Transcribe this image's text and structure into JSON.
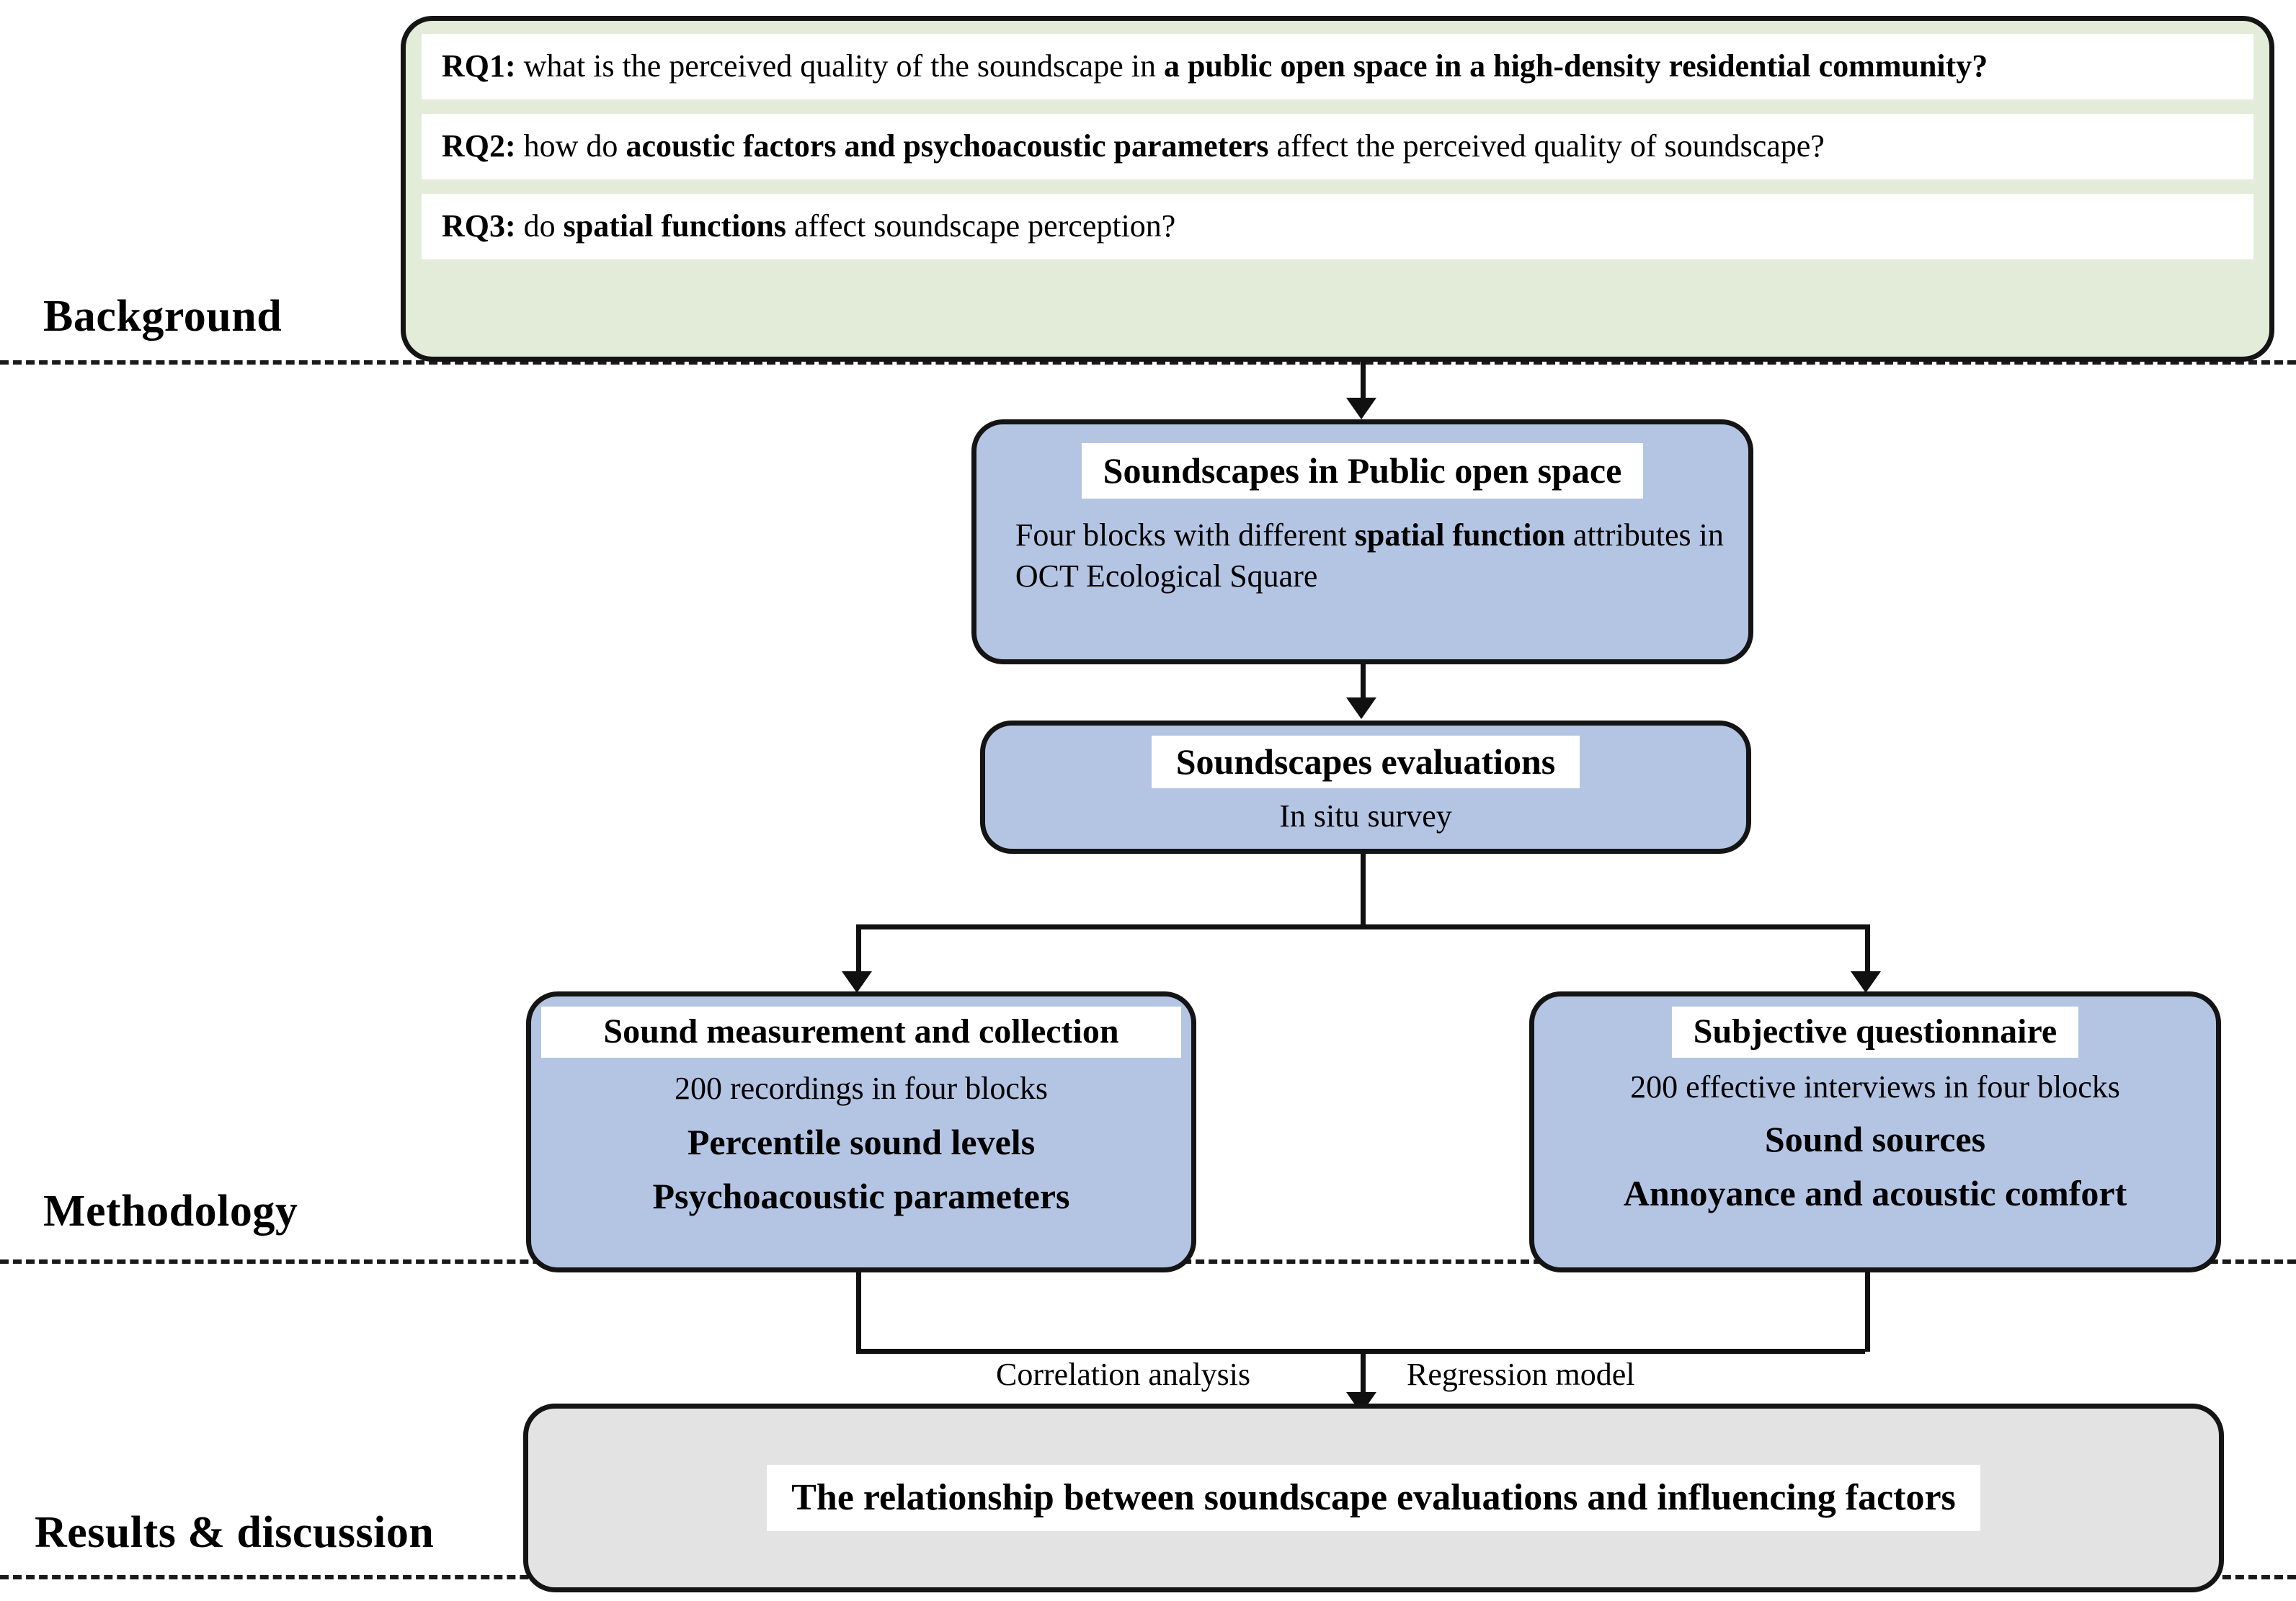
{
  "sections": {
    "background": "Background",
    "methodology": "Methodology",
    "results": "Results & discussion"
  },
  "research_questions": {
    "rq1": {
      "tag": "RQ1:",
      "text_plain_1": " what is the perceived quality of the soundscape in ",
      "text_bold_1": "a public open space in a high-density residential community?"
    },
    "rq2": {
      "tag": "RQ2:",
      "text_plain_1": " how do ",
      "text_bold_1": "acoustic factors and psychoacoustic parameters",
      "text_plain_2": " affect the perceived quality of soundscape?"
    },
    "rq3": {
      "tag": "RQ3:",
      "text_plain_1": " do ",
      "text_bold_1": "spatial functions",
      "text_plain_2": " affect soundscape perception?"
    }
  },
  "nodes": {
    "soundscapes_space": {
      "title": "Soundscapes in Public open space",
      "body_plain_1": "Four blocks with different ",
      "body_bold_1": "spatial function",
      "body_plain_2": " attributes in OCT Ecological Square"
    },
    "soundscapes_eval": {
      "title": "Soundscapes evaluations",
      "subtitle": "In situ survey"
    },
    "sound_measurement": {
      "title": "Sound measurement and collection",
      "line1": "200 recordings in four blocks",
      "line2": "Percentile sound levels",
      "line3": "Psychoacoustic parameters"
    },
    "subjective_questionnaire": {
      "title": "Subjective questionnaire",
      "line1": "200 effective interviews in four blocks",
      "line2": "Sound sources",
      "line3": "Annoyance and acoustic comfort"
    },
    "results_box": {
      "title": "The relationship between soundscape evaluations and influencing factors"
    }
  },
  "edges": {
    "correlation": "Correlation analysis",
    "regression": "Regression model"
  },
  "colors": {
    "green_fill": "#e2ecd8",
    "blue_fill": "#b4c5e4",
    "grey_fill": "#e3e3e3",
    "stroke": "#101010",
    "white": "#ffffff"
  }
}
